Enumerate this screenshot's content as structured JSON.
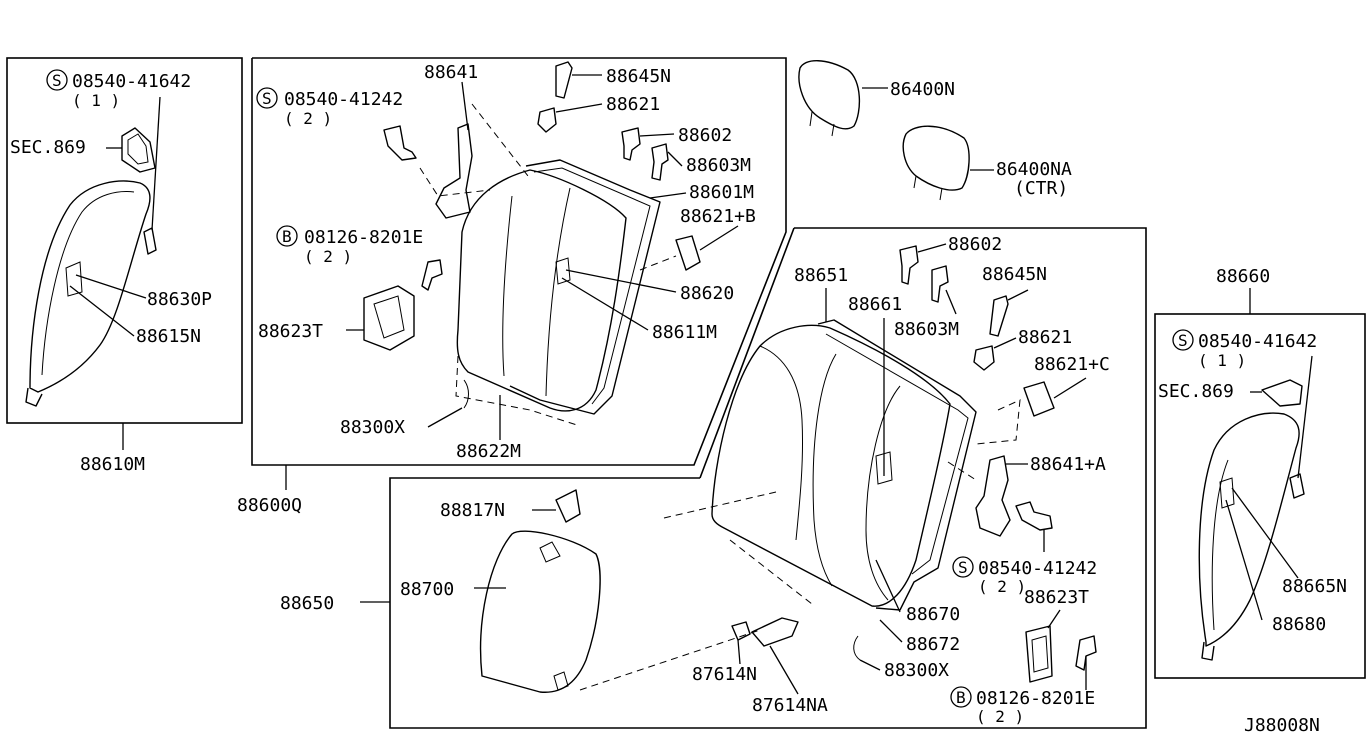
{
  "diagram_id": "J88008N",
  "left_box": {
    "screw_symbol": "S",
    "screw_part": "08540-41642",
    "screw_qty": "( 1 )",
    "section_ref": "SEC.869",
    "part_88630P": "88630P",
    "part_88615N": "88615N",
    "assembly": "88610M"
  },
  "center_box": {
    "part_88641": "88641",
    "part_88645N": "88645N",
    "part_88621": "88621",
    "part_88602": "88602",
    "part_88603M": "88603M",
    "part_88601M": "88601M",
    "part_88621B": "88621+B",
    "screw_symbol": "S",
    "screw_part": "08540-41242",
    "screw_qty": "( 2 )",
    "bolt_symbol": "B",
    "bolt_part": "08126-8201E",
    "bolt_qty": "( 2 )",
    "part_88620": "88620",
    "part_88611M": "88611M",
    "part_88623T": "88623T",
    "part_88300X": "88300X",
    "part_88622M": "88622M",
    "assembly": "88600Q"
  },
  "headrests": {
    "part_86400N": "86400N",
    "part_86400NA": "86400NA",
    "ctr_note": "(CTR)"
  },
  "right_box": {
    "assembly": "88660",
    "screw_symbol": "S",
    "screw_part": "08540-41642",
    "screw_qty": "( 1 )",
    "section_ref": "SEC.869",
    "part_88665N": "88665N",
    "part_88680": "88680"
  },
  "lower_box": {
    "part_88602": "88602",
    "part_88645N": "88645N",
    "part_88651": "88651",
    "part_88661": "88661",
    "part_88603M": "88603M",
    "part_88621": "88621",
    "part_88621C": "88621+C",
    "part_88641A": "88641+A",
    "screw_symbol": "S",
    "screw_part": "08540-41242",
    "screw_qty": "( 2 )",
    "part_88623T": "88623T",
    "part_88670": "88670",
    "part_88672": "88672",
    "part_88300X": "88300X",
    "bolt_symbol": "B",
    "bolt_part": "08126-8201E",
    "bolt_qty": "( 2 )",
    "part_88817N": "88817N",
    "part_88700": "88700",
    "assembly": "88650",
    "part_87614N": "87614N",
    "part_87614NA": "87614NA"
  }
}
